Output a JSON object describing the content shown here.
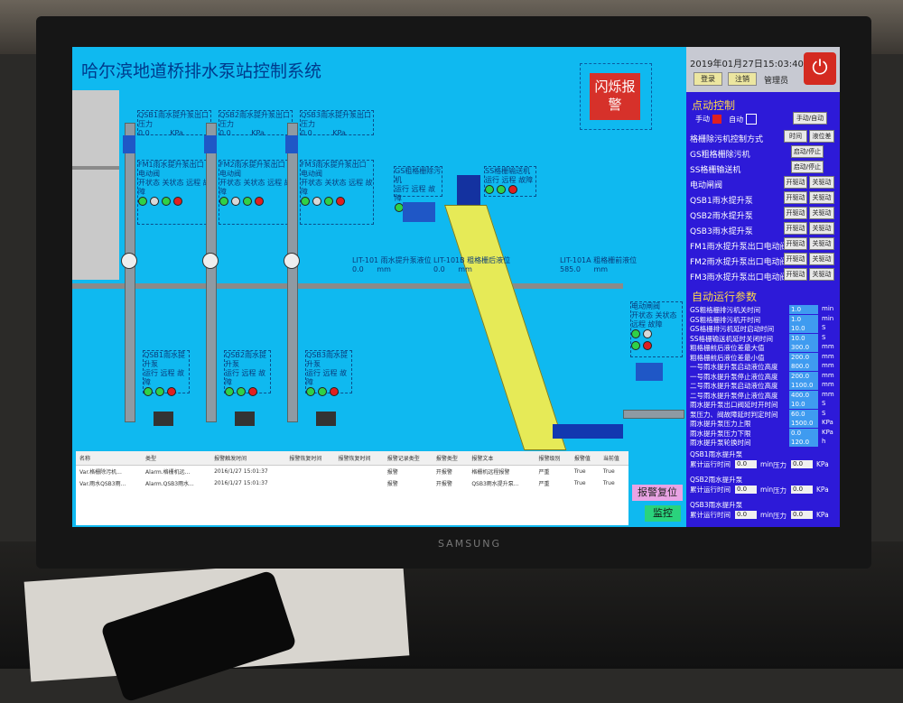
{
  "header": {
    "title": "哈尔滨地道桥排水泵站控制系统",
    "alarm_flash": "闪烁报警"
  },
  "pumps": [
    {
      "pressure_label": "QSB1雨水提升泵出口压力",
      "pressure_value": "0.0",
      "pressure_unit": "KPa",
      "valve_label": "FM1雨水提升泵出口电动阀",
      "status": "开状态 关状态 远程 故障",
      "name": "QSB1雨水提升泵",
      "lights": "运行 远程 故障"
    },
    {
      "pressure_label": "QSB2雨水提升泵出口压力",
      "pressure_value": "0.0",
      "pressure_unit": "KPa",
      "valve_label": "FM2雨水提升泵出口电动阀",
      "status": "开状态 关状态 远程 故障",
      "name": "QSB2雨水提升泵",
      "lights": "运行 远程 故障"
    },
    {
      "pressure_label": "QSB3雨水提升泵出口压力",
      "pressure_value": "0.0",
      "pressure_unit": "KPa",
      "valve_label": "FM3雨水提升泵出口电动阀",
      "status": "开状态 关状态 远程 故障",
      "name": "QSB3雨水提升泵",
      "lights": "运行 远程 故障"
    }
  ],
  "screens": {
    "gs_label": "GS粗格栅除污机",
    "gs_lights": "运行 远程 故障",
    "ss_label": "SS格栅输送机",
    "ss_lights": "运行 远程 故障"
  },
  "levels": [
    {
      "label": "LIT-101 雨水提升泵液位",
      "value": "0.0",
      "unit": "mm"
    },
    {
      "label": "LIT-101B 粗格栅后液位",
      "value": "0.0",
      "unit": "mm"
    },
    {
      "label": "LIT-101A 粗格栅前液位",
      "value": "585.0",
      "unit": "mm"
    }
  ],
  "gate_valve": {
    "label": "电动闸阀",
    "lights": "开状态 关状态 远程 故障"
  },
  "alarm_table": {
    "columns": [
      "名称",
      "类型",
      "报警触发时间",
      "报警恢复时间",
      "报警恢复时间",
      "报警记录类型",
      "报警类型",
      "报警文本",
      "报警级别",
      "报警值",
      "当前值"
    ],
    "rows": [
      [
        "Var.格栅除污机...",
        "Alarm.格栅机远...",
        "2016/1/27 15:01:37",
        "",
        "",
        "报警",
        "开报警",
        "格栅机远程报警",
        "严重",
        "True",
        "True"
      ],
      [
        "Var.雨水QSB3雨...",
        "Alarm.QSB3雨水...",
        "2016/1/27 15:01:37",
        "",
        "",
        "报警",
        "开报警",
        "QSB3雨水提升泵...",
        "严重",
        "True",
        "True"
      ]
    ]
  },
  "bottom_buttons": {
    "alarm_reset": "报警复位",
    "monitor": "监控"
  },
  "right_panel": {
    "datetime": "2019年01月27日15:03:40",
    "login": "登录",
    "logout": "注销",
    "user": "管理员",
    "manual_title": "点动控制",
    "manual_auto_left": "手动",
    "manual_auto_right": "自动",
    "mode_btn": "手动/自动",
    "rows": [
      {
        "label": "格栅除污机控制方式",
        "b1": "时间",
        "b2": "液位差"
      },
      {
        "label": "GS粗格栅除污机",
        "b1": "启动/停止",
        "b2": ""
      },
      {
        "label": "SS格栅输送机",
        "b1": "启动/停止",
        "b2": ""
      },
      {
        "label": "电动闸阀",
        "b1": "开驱动",
        "b2": "关驱动"
      },
      {
        "label": "QSB1雨水提升泵",
        "b1": "开驱动",
        "b2": "关驱动"
      },
      {
        "label": "QSB2雨水提升泵",
        "b1": "开驱动",
        "b2": "关驱动"
      },
      {
        "label": "QSB3雨水提升泵",
        "b1": "开驱动",
        "b2": "关驱动"
      },
      {
        "label": "FM1雨水提升泵出口电动阀",
        "b1": "开驱动",
        "b2": "关驱动"
      },
      {
        "label": "FM2雨水提升泵出口电动阀",
        "b1": "开驱动",
        "b2": "关驱动"
      },
      {
        "label": "FM3雨水提升泵出口电动阀",
        "b1": "开驱动",
        "b2": "关驱动"
      }
    ],
    "auto_title": "自动运行参数",
    "params": [
      {
        "label": "GS粗格栅排污机关时间",
        "value": "1.0",
        "unit": "min"
      },
      {
        "label": "GS粗格栅排污机开时间",
        "value": "1.0",
        "unit": "min"
      },
      {
        "label": "GS格栅排污机延时启动时间",
        "value": "10.0",
        "unit": "S"
      },
      {
        "label": "SS格栅输送机延时关闭时间",
        "value": "10.0",
        "unit": "S"
      },
      {
        "label": "粗格栅前后液位差最大值",
        "value": "300.0",
        "unit": "mm"
      },
      {
        "label": "粗格栅前后液位差最小值",
        "value": "200.0",
        "unit": "mm"
      },
      {
        "label": "一号雨水提升泵启动液位高度",
        "value": "800.0",
        "unit": "mm"
      },
      {
        "label": "一号雨水提升泵停止液位高度",
        "value": "200.0",
        "unit": "mm"
      },
      {
        "label": "二号雨水提升泵启动液位高度",
        "value": "1100.0",
        "unit": "mm"
      },
      {
        "label": "二号雨水提升泵停止液位高度",
        "value": "400.0",
        "unit": "mm"
      },
      {
        "label": "雨水提升泵出口阀延时开时间",
        "value": "10.0",
        "unit": "S"
      },
      {
        "label": "泵压力、阀故障延时判定时间",
        "value": "60.0",
        "unit": "S"
      },
      {
        "label": "雨水提升泵压力上限",
        "value": "1500.0",
        "unit": "KPa"
      },
      {
        "label": "雨水提升泵压力下限",
        "value": "0.0",
        "unit": "KPa"
      },
      {
        "label": "雨水提升泵轮换时间",
        "value": "120.0",
        "unit": "h"
      }
    ],
    "pump_runtime": [
      {
        "name": "QSB1雨水提升泵",
        "rt_label": "累计运行时间",
        "rt": "0.0",
        "rt_unit": "min",
        "p_label": "压力",
        "p": "0.0",
        "p_unit": "KPa"
      },
      {
        "name": "QSB2雨水提升泵",
        "rt_label": "累计运行时间",
        "rt": "0.0",
        "rt_unit": "min",
        "p_label": "压力",
        "p": "0.0",
        "p_unit": "KPa"
      },
      {
        "name": "QSB3雨水提升泵",
        "rt_label": "累计运行时间",
        "rt": "0.0",
        "rt_unit": "min",
        "p_label": "压力",
        "p": "0.0",
        "p_unit": "KPa"
      }
    ]
  },
  "monitor_brand": "SAMSUNG",
  "colors": {
    "screen_bg": "#0fb9f0",
    "panel_bg": "#2d1ad8",
    "alarm_red": "#d6312a",
    "title_blue": "#003a8c"
  }
}
